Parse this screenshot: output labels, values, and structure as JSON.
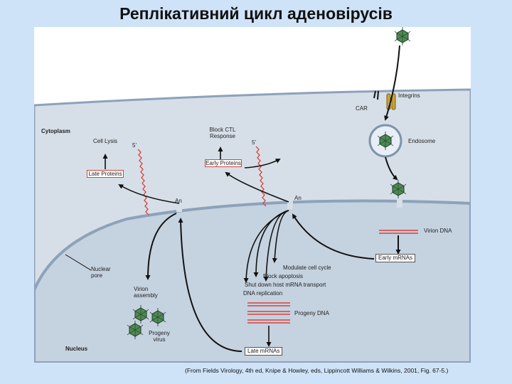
{
  "title": "Реплікативний цикл аденовірусів",
  "caption": "(From Fields Virology, 4th ed, Knipe & Howley, eds, Lippincott Williams & Wilkins, 2001, Fig. 67-5.)",
  "diagram": {
    "cytoplasm": "Cytoplasm",
    "nucleus": "Nucleus",
    "nuclear_pore": "Nuclear pore",
    "car": "CAR",
    "integrins": "Integrins",
    "endosome": "Endosome",
    "virion_dna": "Virion DNA",
    "early_mrnas": "Early mRNAs",
    "late_mrnas": "Late mRNAs",
    "progeny_dna": "Progeny DNA",
    "cell_lysis": "Cell Lysis",
    "late_proteins": "Late Proteins",
    "block_ctl": "Block CTL Response",
    "early_proteins": "Early Proteins",
    "five_prime_a": "5'",
    "five_prime_b": "5'",
    "an_a": "An",
    "an_b": "An",
    "modulate": "Modulate cell cycle",
    "block_apoptosis": "Block apoptosis",
    "shut_down": "Shut down host mRNA transport",
    "dna_replication": "DNA replication",
    "virion_assembly": "Virion assembly",
    "progeny_virus": "Progeny virus"
  },
  "colors": {
    "slide_bg": "#cfe3f8",
    "cytoplasm_fill": "#d6dfe8",
    "nucleus_fill": "#c5d2e0",
    "membrane": "#8da2ba",
    "dna_red": "#d8433b",
    "virus_green": "#4f8a55"
  }
}
